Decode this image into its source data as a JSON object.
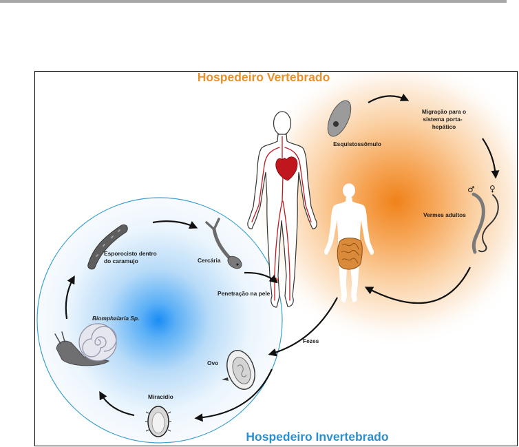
{
  "titles": {
    "vertebrate_host": "Hospedeiro Vertebrado",
    "invertebrate_host": "Hospedeiro Invertebrado"
  },
  "labels": {
    "schistosomulum": "Esquistossômulo",
    "migration": [
      "Migração para o",
      "sistema porta-",
      "hepático"
    ],
    "adult_worms": "Vermes adultos",
    "male_symbol": "♂",
    "female_symbol": "♀",
    "sporocyst": [
      "Esporocisto dentro",
      "do caramujo"
    ],
    "cercaria": "Cercária",
    "skin_penetration": "Penetração na pele",
    "snail": "Biomphalaria Sp.",
    "feces": "Fezes",
    "egg": "Ovo",
    "miracidium": "Miracídio"
  },
  "colors": {
    "vertebrate_accent": "#e8912b",
    "invertebrate_accent": "#2b8fce",
    "arrow": "#111111",
    "vessels": "#c0171e",
    "page_rule": "#a6a6a6"
  }
}
